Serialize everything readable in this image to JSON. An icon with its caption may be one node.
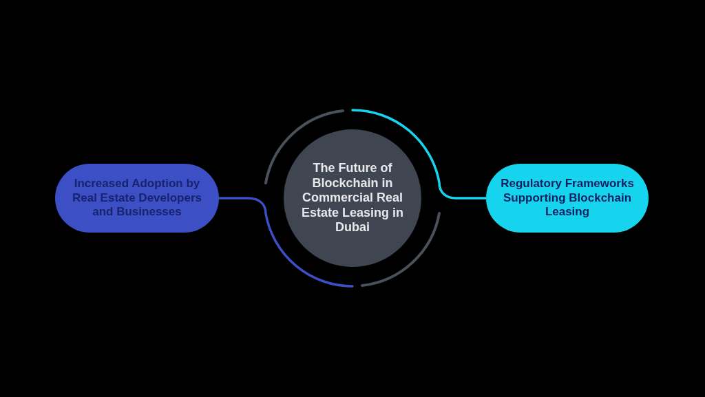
{
  "diagram": {
    "nodes": [
      {
        "text": [
          "Increased Adoption by Real Estate Developers and Businesses"
        ]
      },
      {
        "text": [
          "The Future of Blockchain in Commercial Real Estate Leasing in Dubai"
        ]
      },
      {
        "text": [
          "Regulatory Frameworks Supporting Blockchain Leasing"
        ]
      }
    ],
    "edges": [
      {
        "from": 0,
        "to": 1,
        "arrow": "none",
        "color": "#3d4fc4"
      },
      {
        "from": 2,
        "to": 1,
        "arrow": "none",
        "color": "#16d4ee"
      }
    ]
  }
}
